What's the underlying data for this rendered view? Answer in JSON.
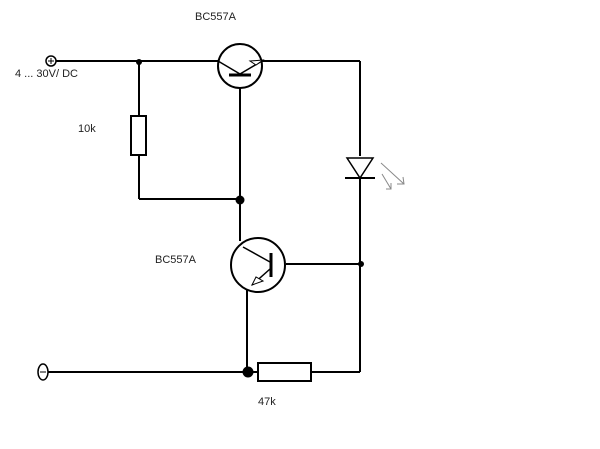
{
  "labels": {
    "transistor_top": "BC557A",
    "transistor_bottom": "BC557A",
    "supply": "4 ... 30V/ DC",
    "resistor_10k": "10k",
    "resistor_47k": "47k"
  },
  "terminals": {
    "positive": "+",
    "negative": "−"
  },
  "colors": {
    "wire": "#000000",
    "led_arrows": "#888888"
  }
}
